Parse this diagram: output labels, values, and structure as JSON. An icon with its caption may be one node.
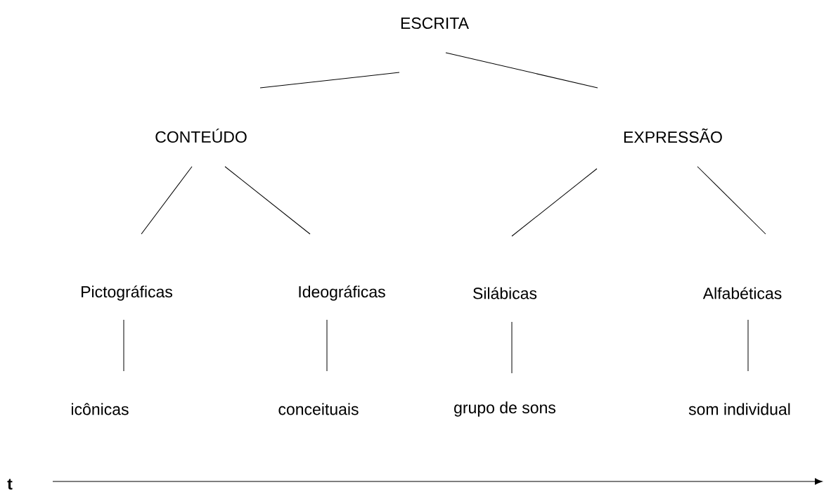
{
  "diagram": {
    "nodes": [
      {
        "text": [
          "ESCRITA"
        ]
      },
      {
        "text": [
          "CONTEÚDO"
        ]
      },
      {
        "text": [
          "EXPRESSÃO"
        ]
      },
      {
        "text": [
          "Pictográficas"
        ]
      },
      {
        "text": [
          "Ideográficas"
        ]
      },
      {
        "text": [
          "Silábicas"
        ]
      },
      {
        "text": [
          "Alfabéticas"
        ]
      },
      {
        "text": [
          "icônicas"
        ]
      },
      {
        "text": [
          "conceituais"
        ]
      },
      {
        "text": [
          "grupo de sons"
        ]
      },
      {
        "text": [
          "som individual"
        ]
      }
    ],
    "edges": [
      {
        "from": 0,
        "to": 1,
        "arrow": "none"
      },
      {
        "from": 0,
        "to": 2,
        "arrow": "none"
      },
      {
        "from": 1,
        "to": 3,
        "arrow": "none"
      },
      {
        "from": 1,
        "to": 4,
        "arrow": "none"
      },
      {
        "from": 2,
        "to": 5,
        "arrow": "none"
      },
      {
        "from": 2,
        "to": 6,
        "arrow": "none"
      },
      {
        "from": 3,
        "to": 7,
        "arrow": "none"
      },
      {
        "from": 4,
        "to": 8,
        "arrow": "none"
      },
      {
        "from": 5,
        "to": 9,
        "arrow": "none"
      },
      {
        "from": 6,
        "to": 10,
        "arrow": "none"
      }
    ],
    "labels": [
      "t"
    ]
  }
}
